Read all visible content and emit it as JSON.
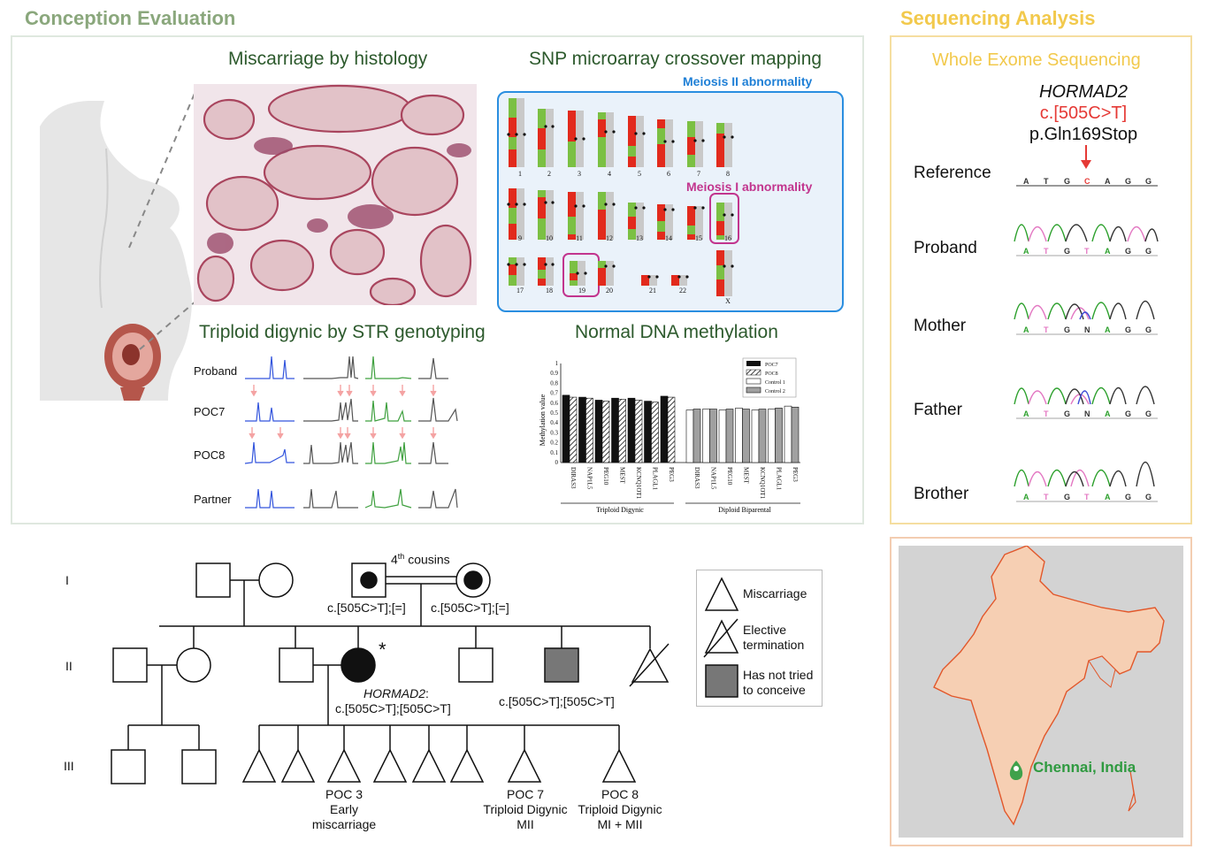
{
  "sections": {
    "conception": {
      "title": "Conception Evaluation",
      "color": "#8aa77c"
    },
    "sequencing": {
      "title": "Sequencing Analysis",
      "color": "#f2c94c"
    }
  },
  "histology": {
    "title": "Miscarriage by histology"
  },
  "snp": {
    "title": "SNP microarray crossover mapping",
    "meiosis2": "Meiosis II abnormality",
    "meiosis1": "Meiosis I abnormality",
    "row1": [
      "1",
      "2",
      "3",
      "4",
      "5",
      "6",
      "7",
      "8"
    ],
    "row2": [
      "9",
      "10",
      "11",
      "12",
      "13",
      "14",
      "15",
      "16"
    ],
    "row3": [
      "17",
      "18",
      "19",
      "20",
      "21",
      "22",
      "X"
    ]
  },
  "str": {
    "title": "Triploid digynic by STR genotyping",
    "samples": [
      "Proband",
      "POC7",
      "POC8",
      "Partner"
    ]
  },
  "methylation": {
    "title": "Normal DNA methylation",
    "ylabel": "Methylation value",
    "legend": [
      "POC7",
      "POC8",
      "Control 1",
      "Control 2"
    ],
    "group1": "Triploid Digynic",
    "group2": "Diploid Biparental"
  },
  "chart_data": {
    "type": "bar",
    "categories": [
      "DIRAS3",
      "NAP1L5",
      "PEG10",
      "MEST",
      "KCNQ1OT1",
      "PLAGL1",
      "PEG3",
      "DIRAS3",
      "NAP1L5",
      "PEG10",
      "MEST",
      "KCNQ1OT1",
      "PLAGL1",
      "PEG3"
    ],
    "series": [
      {
        "name": "POC7",
        "values": [
          0.68,
          0.66,
          0.63,
          0.65,
          0.65,
          0.62,
          0.67
        ]
      },
      {
        "name": "POC8",
        "values": [
          0.66,
          0.65,
          0.62,
          0.64,
          0.63,
          0.61,
          0.66
        ]
      },
      {
        "name": "Control 1",
        "values": [
          0.53,
          0.54,
          0.53,
          0.55,
          0.53,
          0.54,
          0.57
        ]
      },
      {
        "name": "Control 2",
        "values": [
          0.54,
          0.54,
          0.54,
          0.54,
          0.54,
          0.55,
          0.56
        ]
      }
    ],
    "yticks": [
      "0",
      "0.1",
      "0.2",
      "0.3",
      "0.4",
      "0.5",
      "0.6",
      "0.7",
      "0.8",
      "0.9",
      "1"
    ],
    "ylim": [
      0,
      1
    ],
    "ylabel": "Methylation value",
    "legend_position": "top-right"
  },
  "wes": {
    "title": "Whole Exome Sequencing",
    "gene": "HORMAD2",
    "variant": "c.[505C>T]",
    "protein": "p.Gln169Stop",
    "variant_color": "#e53935",
    "rows": [
      {
        "label": "Reference",
        "bases": [
          "A",
          "T",
          "G",
          "C",
          "A",
          "G",
          "G"
        ]
      },
      {
        "label": "Proband",
        "bases": [
          "A",
          "T",
          "G",
          "T",
          "A",
          "G",
          "G"
        ]
      },
      {
        "label": "Mother",
        "bases": [
          "A",
          "T",
          "G",
          "N",
          "A",
          "G",
          "G"
        ]
      },
      {
        "label": "Father",
        "bases": [
          "A",
          "T",
          "G",
          "N",
          "A",
          "G",
          "G"
        ]
      },
      {
        "label": "Brother",
        "bases": [
          "A",
          "T",
          "G",
          "T",
          "A",
          "G",
          "G"
        ]
      }
    ]
  },
  "pedigree": {
    "generations": [
      "I",
      "II",
      "III"
    ],
    "cousins": "4",
    "cousins_sup": "th",
    "cousins_suffix": " cousins",
    "grandfather_geno": "c.[505C>T];[=]",
    "grandmother_geno": "c.[505C>T];[=]",
    "proband_gene": "HORMAD2",
    "proband_gene_suffix": ":",
    "proband_geno": "c.[505C>T];[505C>T]",
    "brother_geno": "c.[505C>T];[505C>T]",
    "asterisk": "*",
    "poc3": [
      "POC 3",
      "Early",
      "miscarriage"
    ],
    "poc7": [
      "POC 7",
      "Triploid Digynic",
      "MII"
    ],
    "poc8": [
      "POC 8",
      "Triploid Digynic",
      "MI + MII"
    ]
  },
  "legend": {
    "miscarriage": "Miscarriage",
    "elective": [
      "Elective",
      "termination"
    ],
    "not_tried": [
      "Has not tried",
      "to conceive"
    ]
  },
  "map": {
    "city": "Chennai, India",
    "color": "#f6cfb3"
  }
}
